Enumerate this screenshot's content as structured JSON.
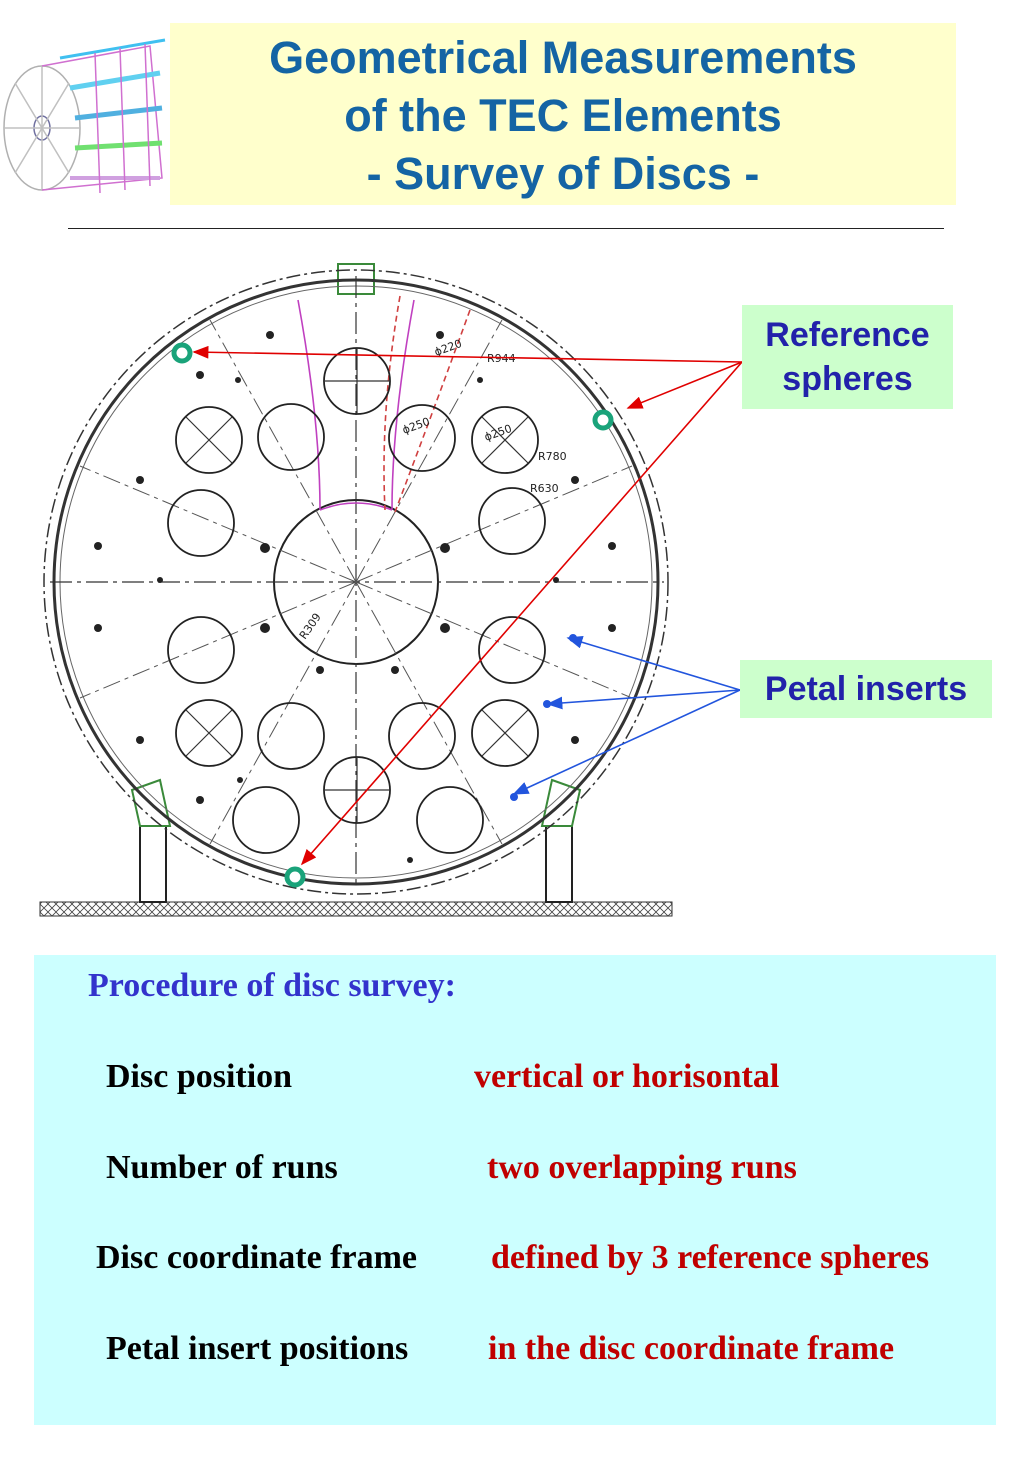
{
  "header": {
    "title_line1": "Geometrical Measurements",
    "title_line2": "of the TEC Elements",
    "title_line3": "- Survey of Discs -"
  },
  "drawing": {
    "dimension_labels": [
      "ϕ220",
      "R944",
      "ϕ250",
      "ϕ250",
      "R780",
      "R630",
      "R309"
    ]
  },
  "callouts": {
    "reference_line1": "Reference",
    "reference_line2": "spheres",
    "petal": "Petal inserts"
  },
  "procedure": {
    "title": "Procedure of disc survey:",
    "rows": [
      {
        "label": "Disc position",
        "value": "vertical or horisontal"
      },
      {
        "label": "Number of runs",
        "value": "two overlapping runs"
      },
      {
        "label": "Disc coordinate frame",
        "value": "defined by 3 reference spheres"
      },
      {
        "label": "Petal insert positions",
        "value": "in the disc coordinate frame"
      }
    ]
  },
  "colors": {
    "title_text": "#1464a4",
    "title_bg": "#ffffcc",
    "callout_bg": "#ccffcc",
    "callout_text": "#2222aa",
    "procedure_bg": "#ccffff",
    "procedure_title": "#3333cc",
    "value_text": "#c00000",
    "reference_arrow": "#e00000",
    "petal_arrow": "#2255dd",
    "sphere_marker": "#1aa37a"
  }
}
